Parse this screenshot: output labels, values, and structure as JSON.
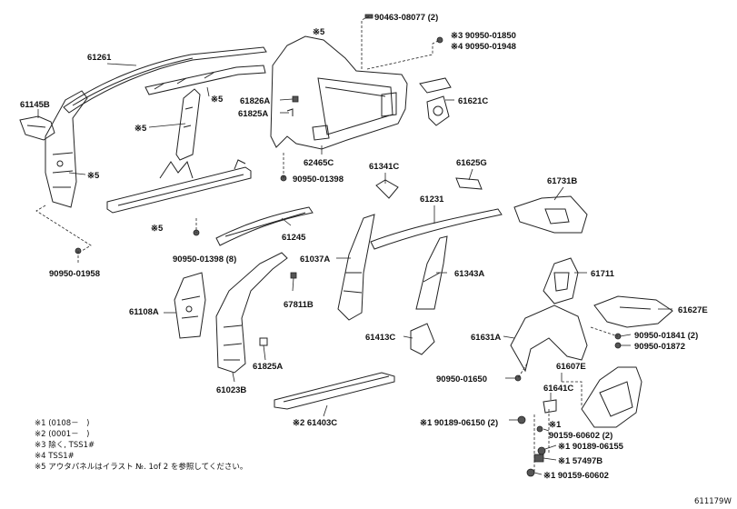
{
  "labels": {
    "l61261": "61261",
    "l61145b": "61145B",
    "l5a": "※5",
    "l5b": "※5",
    "l5c": "※5",
    "l5d": "※5",
    "l5e": "※5",
    "l61826a": "61826A",
    "l61825a_top": "61825A",
    "l90463": "90463-08077 (2)",
    "l3_90950_01850": "※3 90950-01850",
    "l4_90950_01948": "※4 90950-01948",
    "l61621c": "61621C",
    "l62465c": "62465C",
    "l90950_01398": "90950-01398",
    "l61341c": "61341C",
    "l61625g": "61625G",
    "l61731b": "61731B",
    "l61231": "61231",
    "l61245": "61245",
    "l90950_01398_8": "90950-01398 (8)",
    "l90950_01958": "90950-01958",
    "l61037a": "61037A",
    "l61343a": "61343A",
    "l61711": "61711",
    "l67811b": "67811B",
    "l61108a": "61108A",
    "l61627e": "61627E",
    "l90950_01841": "90950-01841 (2)",
    "l90950_01872": "90950-01872",
    "l61413c": "61413C",
    "l61631a": "61631A",
    "l61825a_bot": "61825A",
    "l90950_01650": "90950-01650",
    "l61607e": "61607E",
    "l61641c": "61641C",
    "l61023b": "61023B",
    "l61403c": "※2 61403C",
    "l1_90189_06150": "※1 90189-06150 (2)",
    "l1_90159_60602_2": "※1",
    "l90159_60602_2": "90159-60602 (2)",
    "l1_90189_06155": "※1 90189-06155",
    "l1_57497b": "※1 57497B",
    "l1_90159_60602": "※1 90159-60602"
  },
  "notes": [
    "※1 (0108－　)",
    "※2 (0001－　)",
    "※3 除く, TSS1#",
    "※4 TSS1#",
    "※5 アウタパネルはイラスト №. 1of 2 を参照してください。"
  ],
  "figure_id": "611179W"
}
